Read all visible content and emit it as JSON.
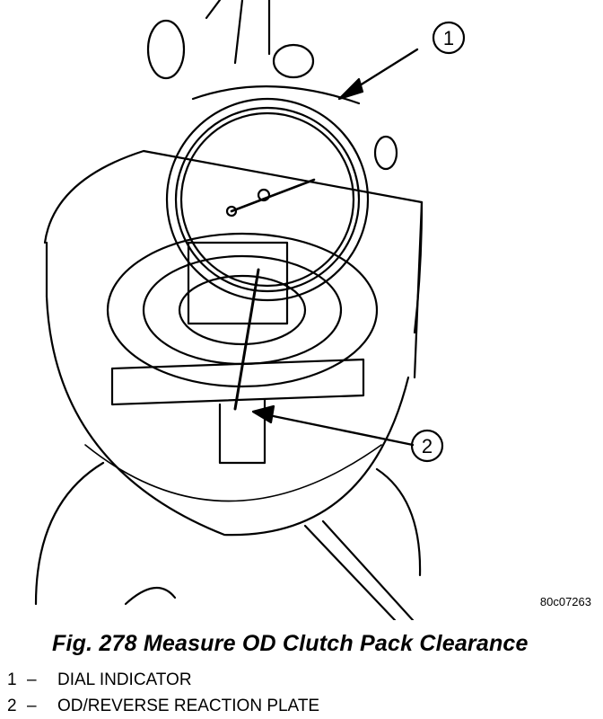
{
  "figure": {
    "callouts": [
      {
        "number": "1",
        "target": "dial indicator"
      },
      {
        "number": "2",
        "target": "od/reverse reaction plate"
      }
    ],
    "reference_code": "80c07263",
    "caption": "Fig. 278 Measure OD Clutch Pack Clearance"
  },
  "legend": [
    {
      "number": "1",
      "dash": "–",
      "label": "DIAL INDICATOR"
    },
    {
      "number": "2",
      "dash": "–",
      "label": "OD/REVERSE REACTION PLATE"
    }
  ]
}
